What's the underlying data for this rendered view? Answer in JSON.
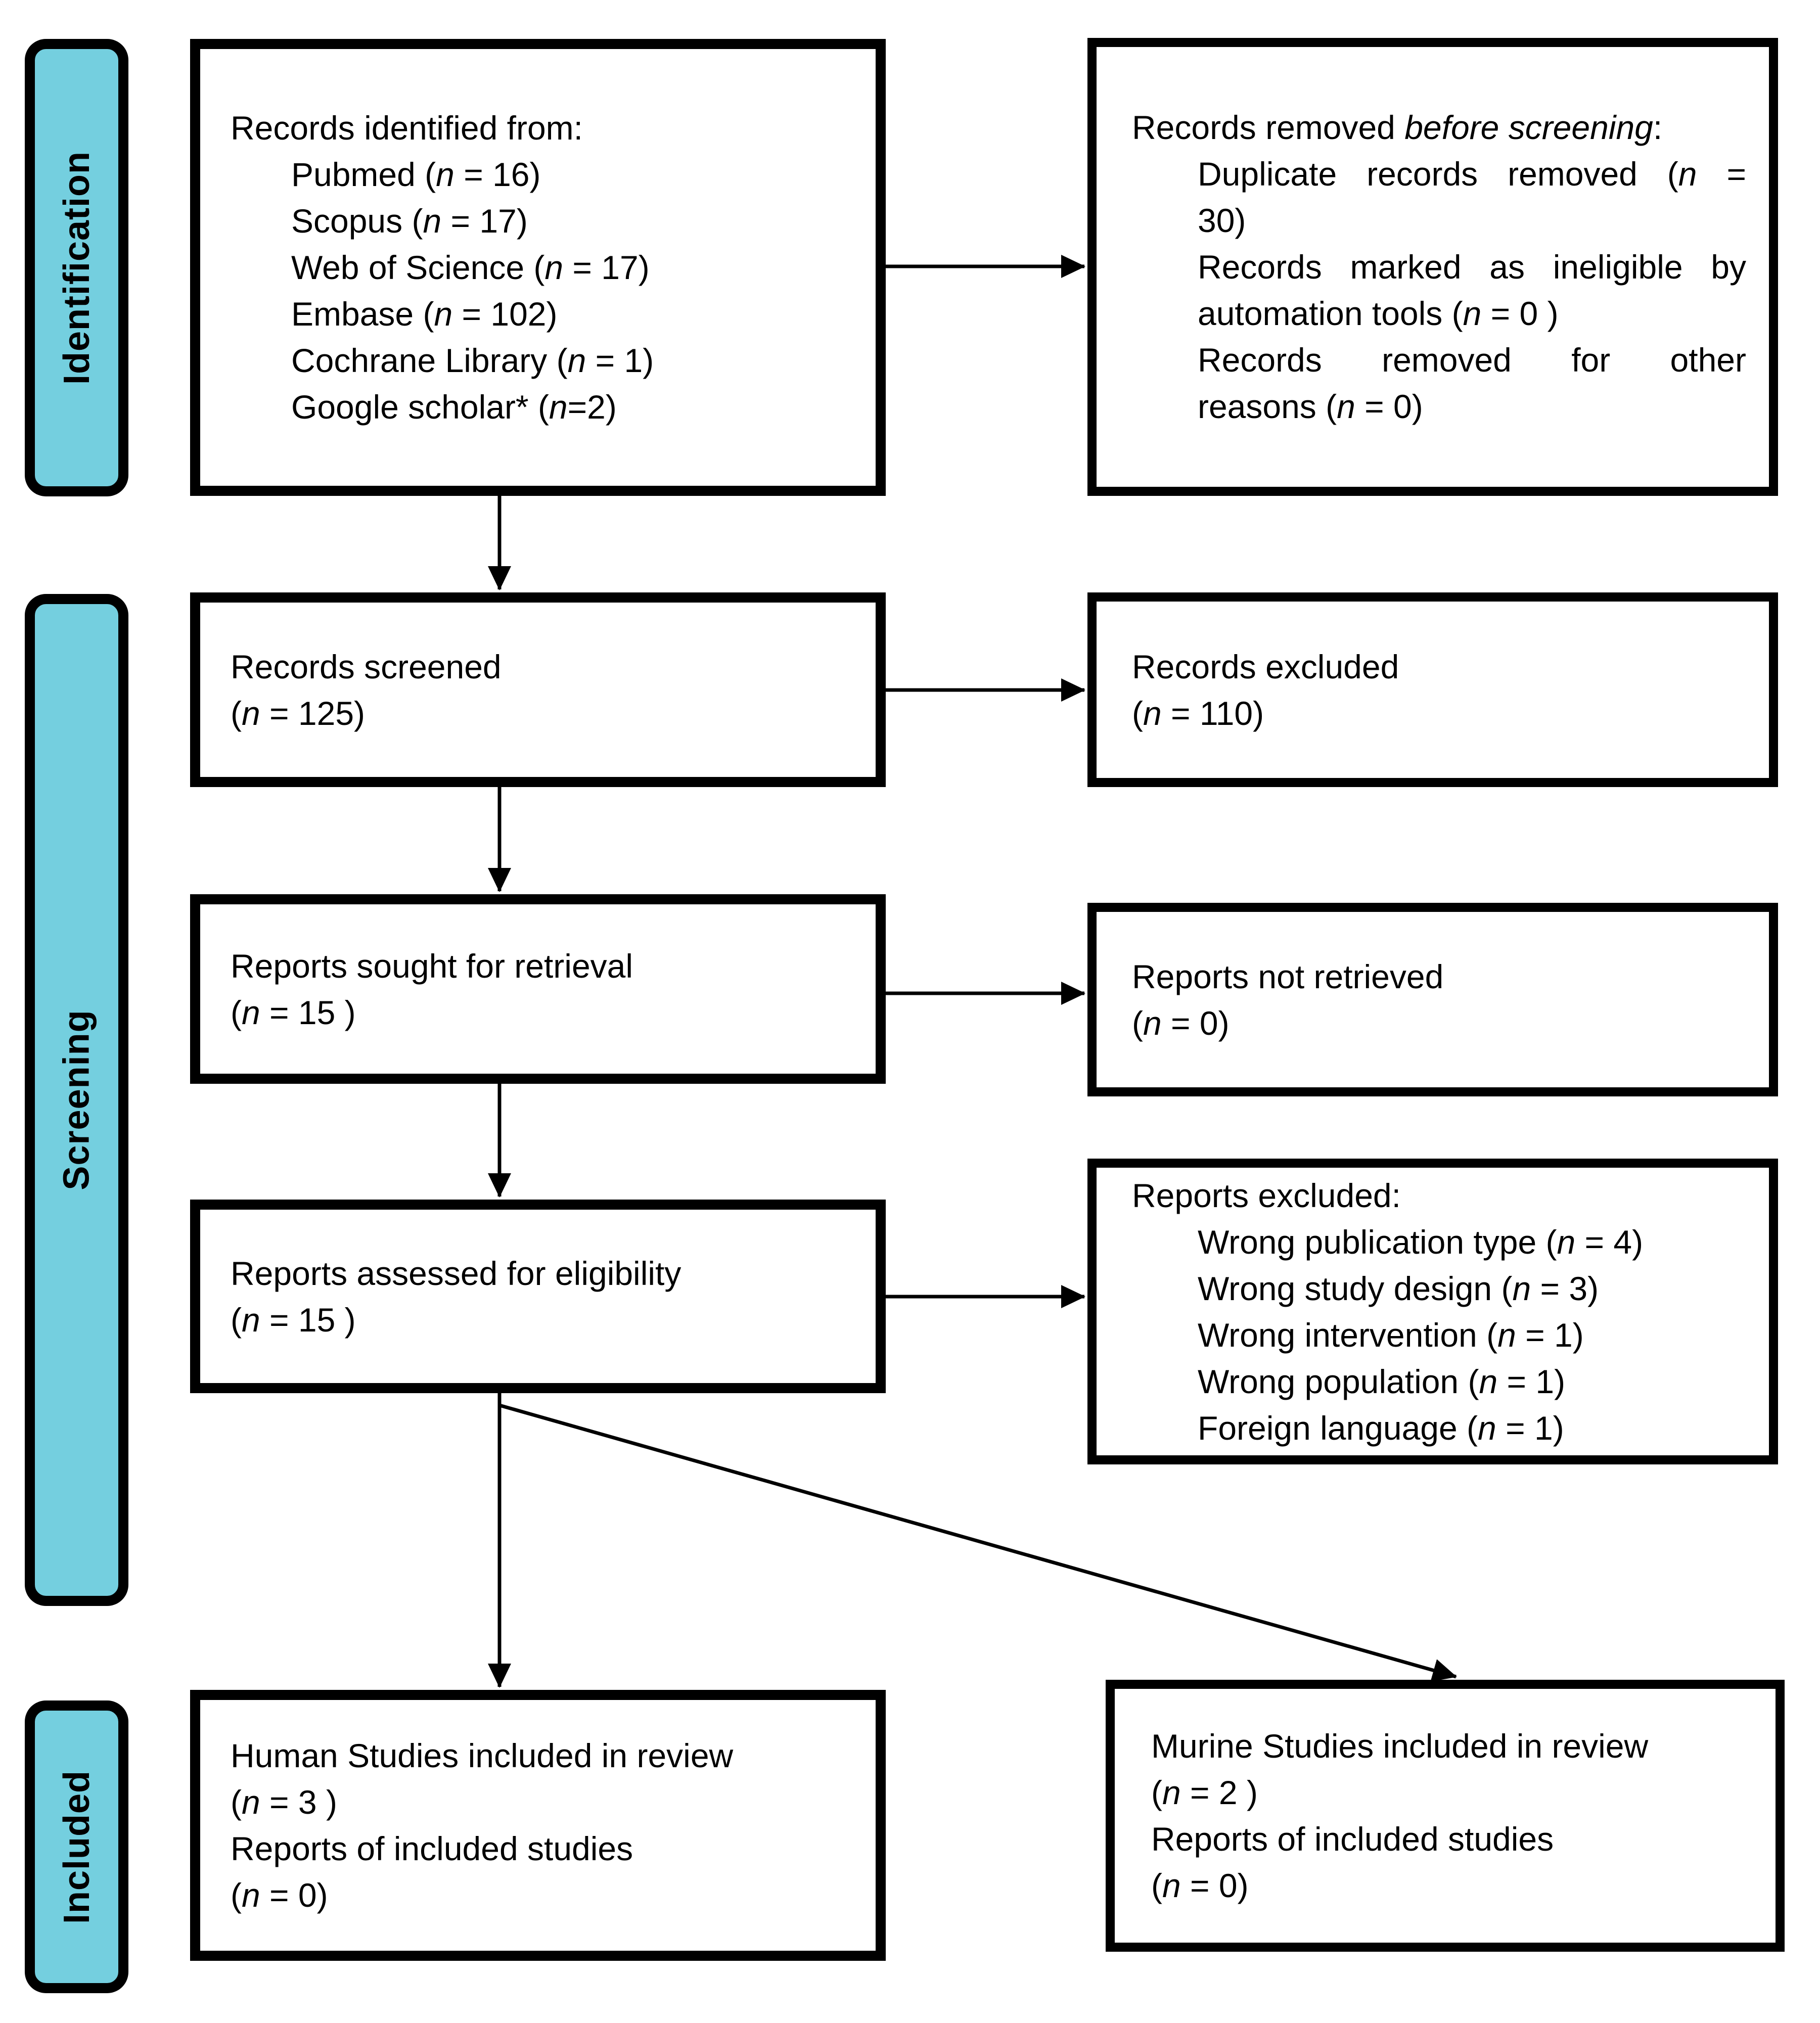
{
  "figure": {
    "type": "prisma-flow-diagram"
  },
  "colors": {
    "stage_label_fill": "#74CFDF",
    "border": "#000000",
    "background": "#FFFFFF",
    "text": "#000000"
  },
  "sidebar": {
    "identification": "Identification",
    "screening": "Screening",
    "included": "Included"
  },
  "boxes": {
    "records_identified": {
      "lines": [
        "Records identified from:",
        "Pubmed («n» = 16)",
        "Scopus («n» = 17)",
        "Web of Science («n» = 17)",
        "Embase («n» = 102)",
        "Cochrane Library («n» = 1)",
        "Google scholar* («n»=2)"
      ]
    },
    "records_removed": {
      "lines": [
        "Records removed «before screening»:",
        "Duplicate records removed («n» =",
        "30)",
        "Records marked as ineligible by",
        "automation tools («n» = 0 )",
        "Records removed for other",
        "reasons («n» = 0)"
      ]
    },
    "records_screened": {
      "lines": [
        "Records screened",
        "(«n» = 125)"
      ]
    },
    "records_excluded": {
      "lines": [
        "Records excluded",
        "(«n» = 110)"
      ]
    },
    "reports_sought": {
      "lines": [
        "Reports sought for retrieval",
        "(«n» = 15 )"
      ]
    },
    "reports_not_retrieved": {
      "lines": [
        "Reports not retrieved",
        "(«n» = 0)"
      ]
    },
    "reports_assessed": {
      "lines": [
        "Reports assessed for eligibility",
        "(«n» = 15 )"
      ]
    },
    "reports_excluded": {
      "lines": [
        "Reports excluded:",
        "Wrong publication type («n» = 4)",
        "Wrong study design («n» = 3)",
        "Wrong intervention («n» = 1)",
        "Wrong population («n» = 1)",
        "Foreign language («n» = 1)"
      ]
    },
    "human_studies": {
      "lines": [
        "Human Studies included in review",
        "(«n» = 3 )",
        "Reports of included studies",
        "(«n» = 0)"
      ]
    },
    "murine_studies": {
      "lines": [
        "Murine Studies included in review",
        "(«n» = 2 )",
        "Reports of included studies",
        "(«n» = 0)"
      ]
    }
  }
}
